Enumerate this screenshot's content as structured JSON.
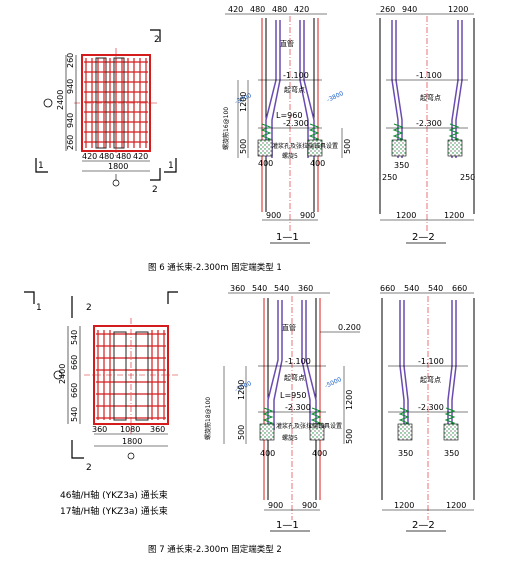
{
  "colors": {
    "line": "#000000",
    "rebar": "#d41c1c",
    "strand": "#6a4bb0",
    "centerline": "#d41c1c",
    "dim": "#1a1a1a",
    "hatch": "#0a8a30"
  },
  "figure6": {
    "caption": "图 6  通长束-2.300m 固定端类型 1",
    "plan": {
      "section_no_a": "2",
      "section_no_b": "2",
      "section_no_c": "1",
      "section_no_d": "1",
      "left_dim": "2400",
      "right_dims": [
        "260",
        "940",
        "940",
        "260"
      ],
      "bottom_dims": [
        "420",
        "480",
        "480",
        "420"
      ],
      "total_width": "1800"
    },
    "sec11": {
      "top_dims": [
        "420",
        "480",
        "480",
        "420"
      ],
      "label_zhiguan": "直管",
      "elev_upper": "-1.100",
      "label_qiwan": "起弯点",
      "l_value": "L=960",
      "elev_lower": "-2.300",
      "vertical_label": "螺旋筋16@100",
      "dim_1200": "1200",
      "dim_500": "500",
      "dim_500r": "500",
      "dim_400a": "400",
      "dim_400b": "400",
      "spiral_note": "螺旋5",
      "anchor_note": "灌浆孔及张拉端锚具设置",
      "angle_left": "-3800",
      "angle_right": "-3800",
      "bot_dims": [
        "900",
        "900"
      ],
      "title": "1—1"
    },
    "sec22": {
      "top_dims": [
        "260",
        "940",
        "1200"
      ],
      "elev_upper": "-1.100",
      "label_qiwan": "起弯点",
      "elev_lower": "-2.300",
      "dim_350": "350",
      "dim_250a": "250",
      "dim_250b": "250",
      "bot_dims": [
        "1200",
        "1200"
      ],
      "title": "2—2"
    }
  },
  "figure7": {
    "caption": "图 7  通长束-2.300m 固定端类型 2",
    "plan": {
      "section_no_a": "1",
      "section_no_b": "2",
      "section_no_c": "2",
      "left_dim": "2400",
      "right_dims": [
        "540",
        "660",
        "660",
        "540"
      ],
      "bottom_dims": [
        "360",
        "1080",
        "360"
      ],
      "total_width": "1800",
      "note1": "46轴/H轴 (YKZ3a) 通长束",
      "note2": "17轴/H轴 (YKZ3a) 通长束"
    },
    "sec11": {
      "top_dims": [
        "360",
        "540",
        "540",
        "360"
      ],
      "label_zhiguan": "直管",
      "elev_top": "0.200",
      "elev_upper": "-1.100",
      "label_qiwan": "起弯点",
      "l_value": "L=950",
      "elev_lower": "-2.300",
      "vertical_label": "螺旋筋18@100",
      "dim_1200": "1200",
      "dim_1200r": "1200",
      "dim_500": "500",
      "dim_500r": "500",
      "dim_400a": "400",
      "dim_400b": "400",
      "anchor_note": "灌浆孔及张拉端锚具设置",
      "spiral_note": "螺旋5",
      "angle_left": "-5000",
      "angle_right": "-5000",
      "bot_dims": [
        "900",
        "900"
      ],
      "title": "1—1"
    },
    "sec22": {
      "top_dims": [
        "660",
        "540",
        "540",
        "660"
      ],
      "elev_upper": "-1.100",
      "label_qiwan": "起弯点",
      "elev_lower": "-2.300",
      "dim_350a": "350",
      "dim_350b": "350",
      "bot_dims": [
        "1200",
        "1200"
      ],
      "title": "2—2"
    }
  }
}
